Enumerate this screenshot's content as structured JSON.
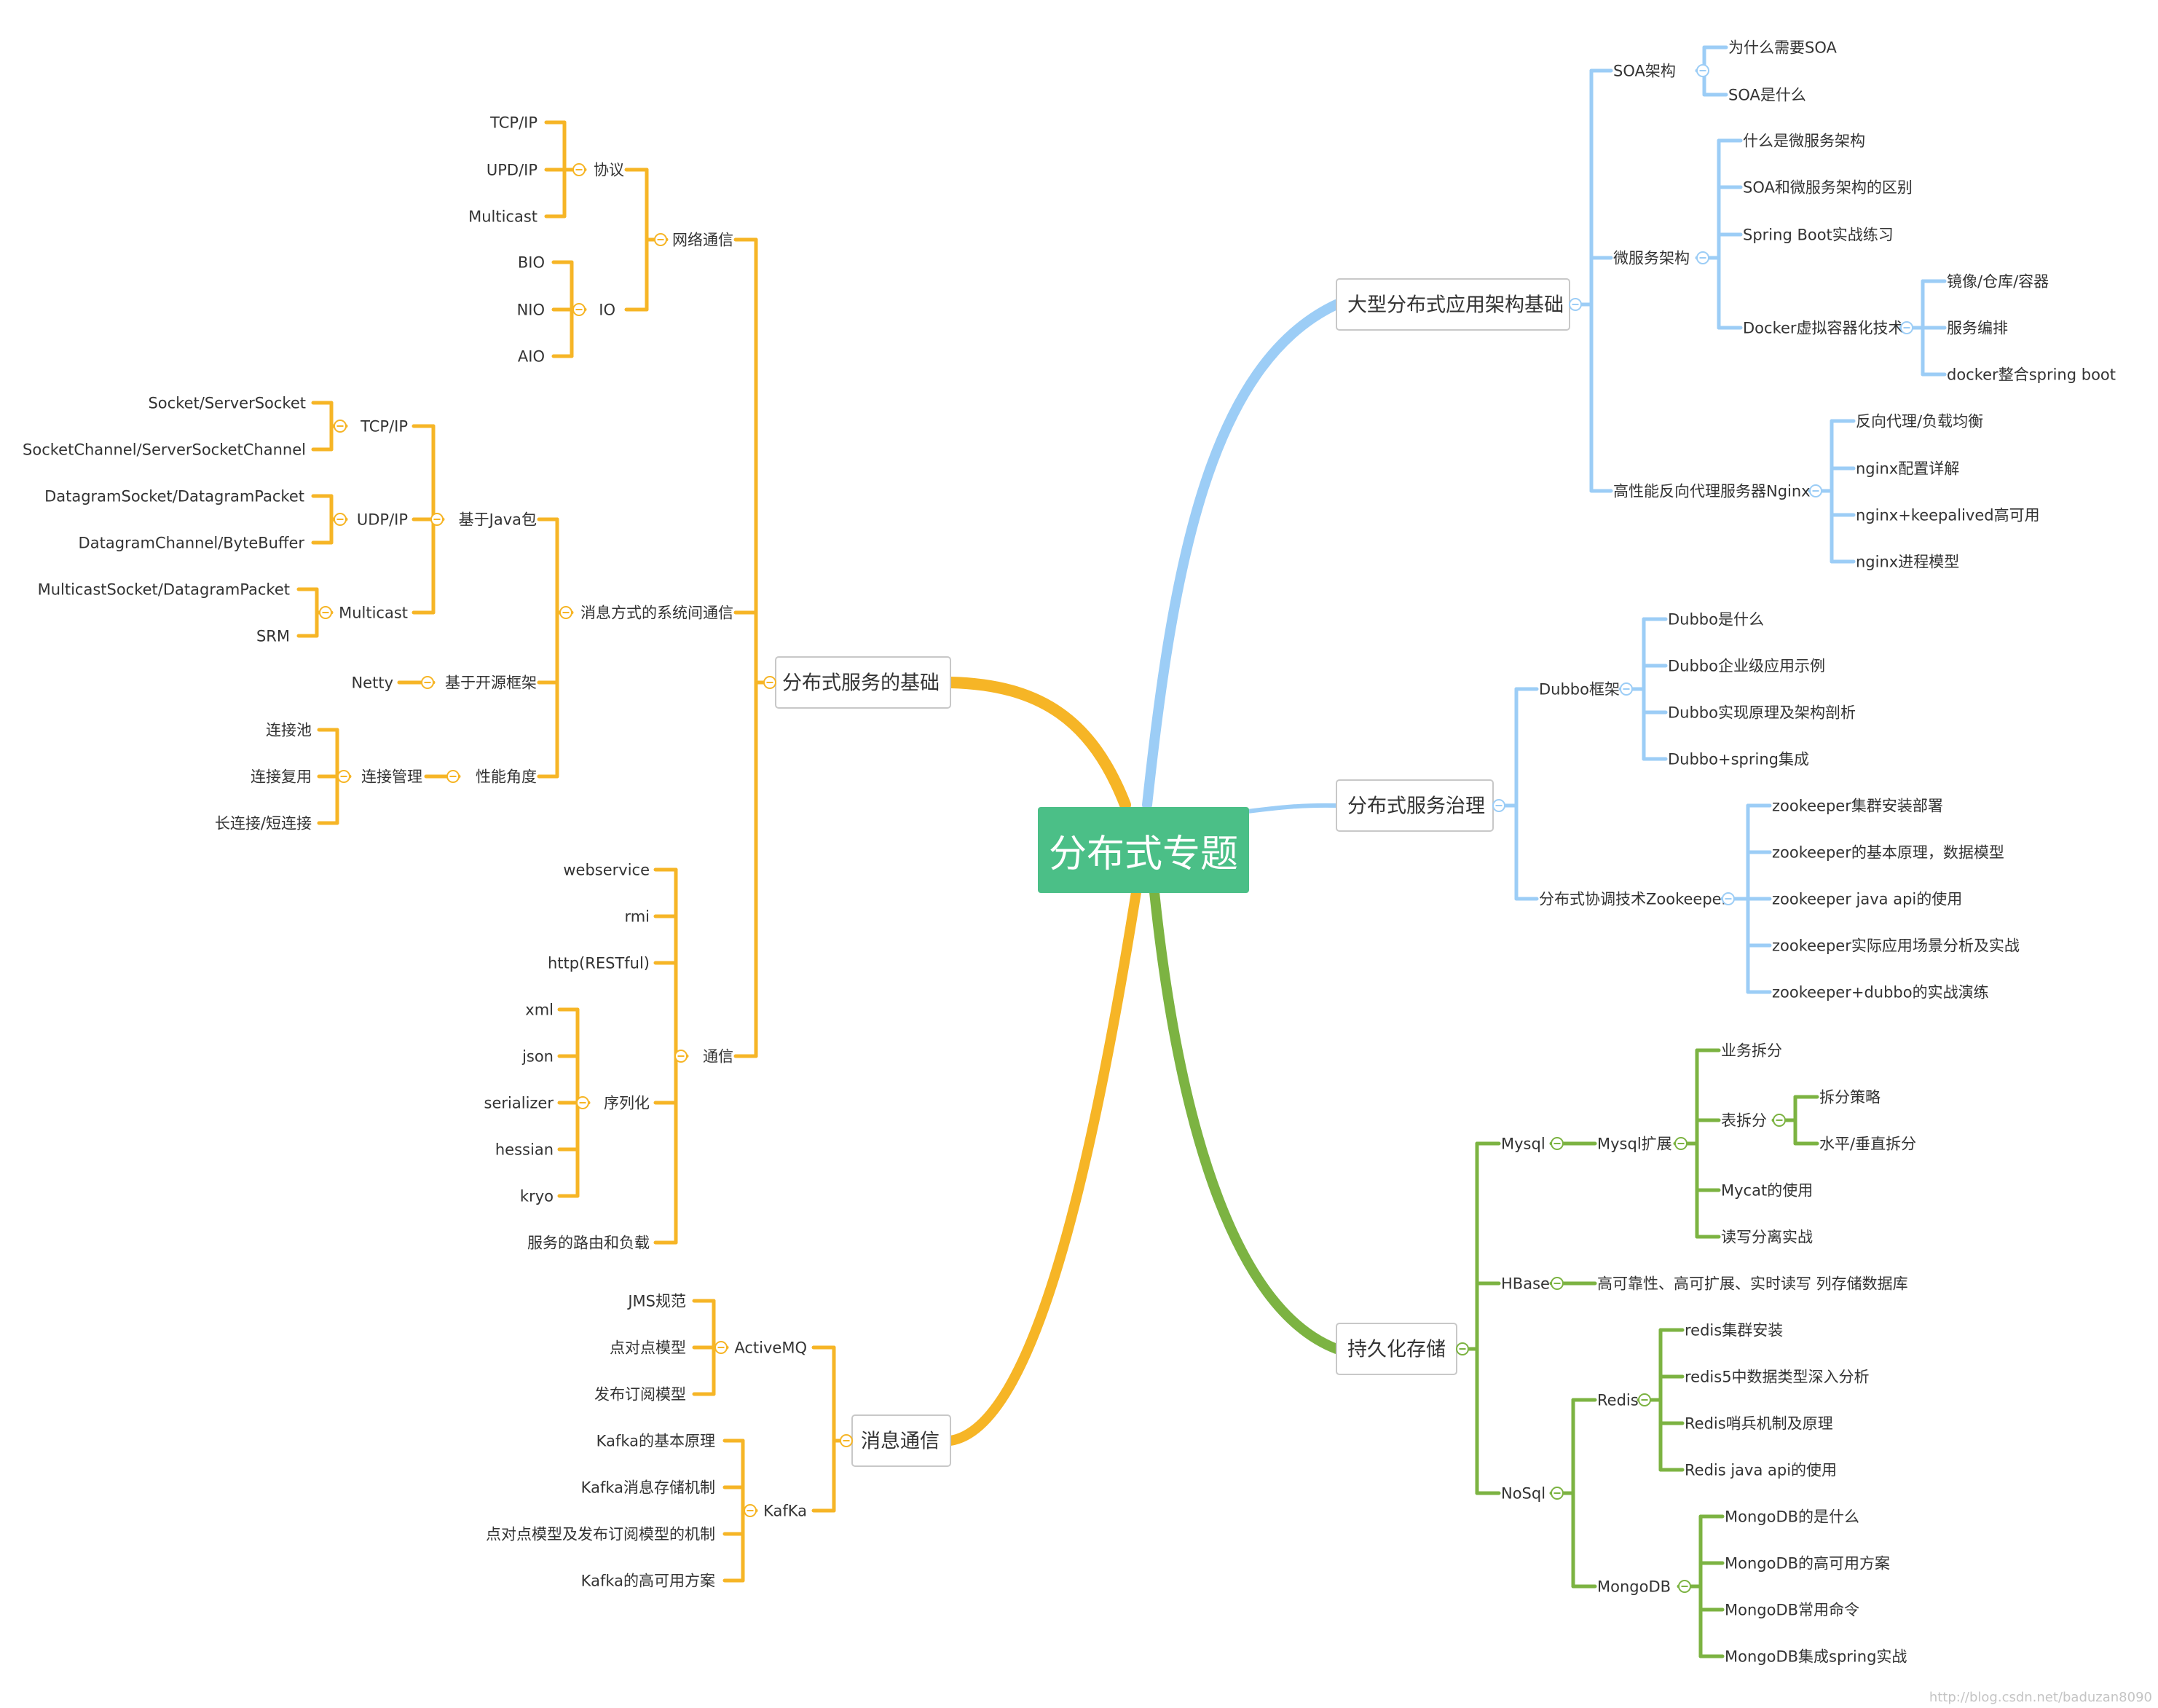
{
  "colors": {
    "blue": "#9ccdf6",
    "green": "#7cb342",
    "orange": "#f6b526",
    "center": "#4bbf87",
    "text": "#333333",
    "box_border": "#c8c8c8",
    "watermark": "#c4c4c4"
  },
  "center": {
    "label": "分布式专题"
  },
  "watermark": "http://blog.csdn.net/baduzan8090",
  "l1": {
    "arch": "大型分布式应用架构基础",
    "gov": "分布式服务治理",
    "store": "持久化存储",
    "base": "分布式服务的基础",
    "msg": "消息通信"
  },
  "arch": {
    "soa": "SOA架构",
    "soa_items": [
      "为什么需要SOA",
      "SOA是什么"
    ],
    "micro": "微服务架构",
    "micro_items": [
      "什么是微服务架构",
      "SOA和微服务架构的区别",
      "Spring Boot实战练习"
    ],
    "docker": "Docker虚拟容器化技术",
    "docker_items": [
      "镜像/仓库/容器",
      "服务编排",
      "docker整合spring boot"
    ],
    "nginx": "高性能反向代理服务器Nginx",
    "nginx_items": [
      "反向代理/负载均衡",
      "nginx配置详解",
      "nginx+keepalived高可用",
      "nginx进程模型"
    ]
  },
  "gov": {
    "dubbo": "Dubbo框架",
    "dubbo_items": [
      "Dubbo是什么",
      "Dubbo企业级应用示例",
      "Dubbo实现原理及架构剖析",
      "Dubbo+spring集成"
    ],
    "zk": "分布式协调技术Zookeeper",
    "zk_items": [
      "zookeeper集群安装部署",
      "zookeeper的基本原理，数据模型",
      "zookeeper java api的使用",
      "zookeeper实际应用场景分析及实战",
      "zookeeper+dubbo的实战演练"
    ]
  },
  "store": {
    "mysql": "Mysql",
    "mysql_ext": "Mysql扩展",
    "mysql_items": [
      "业务拆分",
      "表拆分",
      "Mycat的使用",
      "读写分离实战"
    ],
    "table_items": [
      "拆分策略",
      "水平/垂直拆分"
    ],
    "hbase": "HBase",
    "hbase_desc": "高可靠性、高可扩展、实时读写 列存储数据库",
    "nosql": "NoSql",
    "redis": "Redis",
    "redis_items": [
      "redis集群安装",
      "redis5中数据类型深入分析",
      "Redis哨兵机制及原理",
      "Redis java api的使用"
    ],
    "mongo": "MongoDB",
    "mongo_items": [
      "MongoDB的是什么",
      "MongoDB的高可用方案",
      "MongoDB常用命令",
      "MongoDB集成spring实战"
    ]
  },
  "base": {
    "net": "网络通信",
    "proto": "协议",
    "proto_items": [
      "TCP/IP",
      "UPD/IP",
      "Multicast"
    ],
    "io": "IO",
    "io_items": [
      "BIO",
      "NIO",
      "AIO"
    ],
    "sys": "消息方式的系统间通信",
    "javapkg": "基于Java包",
    "tcp": "TCP/IP",
    "tcp_items": [
      "Socket/ServerSocket",
      "SocketChannel/ServerSocketChannel"
    ],
    "udp": "UDP/IP",
    "udp_items": [
      "DatagramSocket/DatagramPacket",
      "DatagramChannel/ByteBuffer"
    ],
    "mc": "Multicast",
    "mc_items": [
      "MulticastSocket/DatagramPacket",
      "SRM"
    ],
    "open": "基于开源框架",
    "netty": "Netty",
    "perf": "性能角度",
    "conn": "连接管理",
    "conn_items": [
      "连接池",
      "连接复用",
      "长连接/短连接"
    ],
    "comm": "通信",
    "comm_items": [
      "webservice",
      "rmi",
      "http(RESTful)",
      "服务的路由和负载"
    ],
    "ser": "序列化",
    "ser_items": [
      "xml",
      "json",
      "serializer",
      "hessian",
      "kryo"
    ]
  },
  "msg": {
    "amq": "ActiveMQ",
    "amq_items": [
      "JMS规范",
      "点对点模型",
      "发布订阅模型"
    ],
    "kafka": "KafKa",
    "kafka_items": [
      "Kafka的基本原理",
      "Kafka消息存储机制",
      "点对点模型及发布订阅模型的机制",
      "Kafka的高可用方案"
    ]
  }
}
